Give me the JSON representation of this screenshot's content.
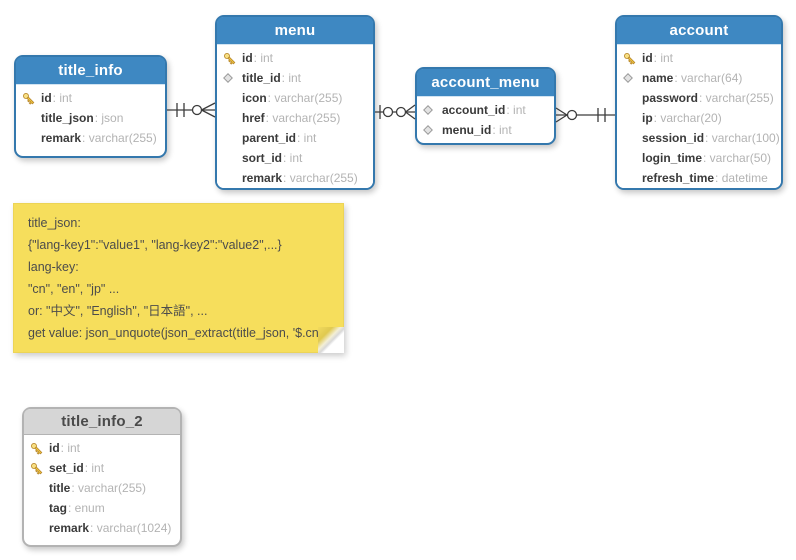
{
  "diagram": {
    "tables": [
      {
        "name": "title_info",
        "style": "blue",
        "columns": [
          {
            "icon": "key",
            "name": "id",
            "type": "int"
          },
          {
            "icon": "none",
            "name": "title_json",
            "type": "json"
          },
          {
            "icon": "none",
            "name": "remark",
            "type": "varchar(255)"
          }
        ]
      },
      {
        "name": "menu",
        "style": "blue",
        "columns": [
          {
            "icon": "key",
            "name": "id",
            "type": "int"
          },
          {
            "icon": "diamond",
            "name": "title_id",
            "type": "int"
          },
          {
            "icon": "none",
            "name": "icon",
            "type": "varchar(255)"
          },
          {
            "icon": "none",
            "name": "href",
            "type": "varchar(255)"
          },
          {
            "icon": "none",
            "name": "parent_id",
            "type": "int"
          },
          {
            "icon": "none",
            "name": "sort_id",
            "type": "int"
          },
          {
            "icon": "none",
            "name": "remark",
            "type": "varchar(255)"
          }
        ]
      },
      {
        "name": "account_menu",
        "style": "blue",
        "columns": [
          {
            "icon": "diamond",
            "name": "account_id",
            "type": "int"
          },
          {
            "icon": "diamond",
            "name": "menu_id",
            "type": "int"
          }
        ]
      },
      {
        "name": "account",
        "style": "blue",
        "columns": [
          {
            "icon": "key",
            "name": "id",
            "type": "int"
          },
          {
            "icon": "diamond",
            "name": "name",
            "type": "varchar(64)"
          },
          {
            "icon": "none",
            "name": "password",
            "type": "varchar(255)"
          },
          {
            "icon": "none",
            "name": "ip",
            "type": "varchar(20)"
          },
          {
            "icon": "none",
            "name": "session_id",
            "type": "varchar(100)"
          },
          {
            "icon": "none",
            "name": "login_time",
            "type": "varchar(50)"
          },
          {
            "icon": "none",
            "name": "refresh_time",
            "type": "datetime"
          }
        ]
      },
      {
        "name": "title_info_2",
        "style": "gray",
        "columns": [
          {
            "icon": "key",
            "name": "id",
            "type": "int"
          },
          {
            "icon": "key",
            "name": "set_id",
            "type": "int"
          },
          {
            "icon": "none",
            "name": "title",
            "type": "varchar(255)"
          },
          {
            "icon": "none",
            "name": "tag",
            "type": "enum"
          },
          {
            "icon": "none",
            "name": "remark",
            "type": "varchar(1024)"
          }
        ]
      }
    ],
    "relationships": [
      {
        "from": "title_info",
        "to": "menu",
        "from_cardinality": "exactly-one",
        "to_cardinality": "zero-or-many"
      },
      {
        "from": "menu",
        "to": "account_menu",
        "from_cardinality": "zero-or-one",
        "to_cardinality": "zero-or-many"
      },
      {
        "from": "account_menu",
        "to": "account",
        "from_cardinality": "zero-or-many",
        "to_cardinality": "exactly-one"
      }
    ],
    "note": {
      "lines": [
        "title_json:",
        "{\"lang-key1\":\"value1\", \"lang-key2\":\"value2\",...}",
        "lang-key:",
        "\"cn\", \"en\", \"jp\" ...",
        "or: \"中文\", \"English\", \"日本語\", ...",
        "get value: json_unquote(json_extract(title_json, '$.cn')"
      ]
    },
    "colors": {
      "table_header_blue": "#3e88c2",
      "table_border_blue": "#3478ad",
      "table_header_gray": "#d6d6d6",
      "table_border_gray": "#b3b3b3",
      "note_yellow": "#f6de5c",
      "column_name_text": "#3a3a3a",
      "column_type_text": "#b3b3b3",
      "connector_line": "#3c3c3c",
      "key_icon_gold": "#f2c83f"
    }
  }
}
